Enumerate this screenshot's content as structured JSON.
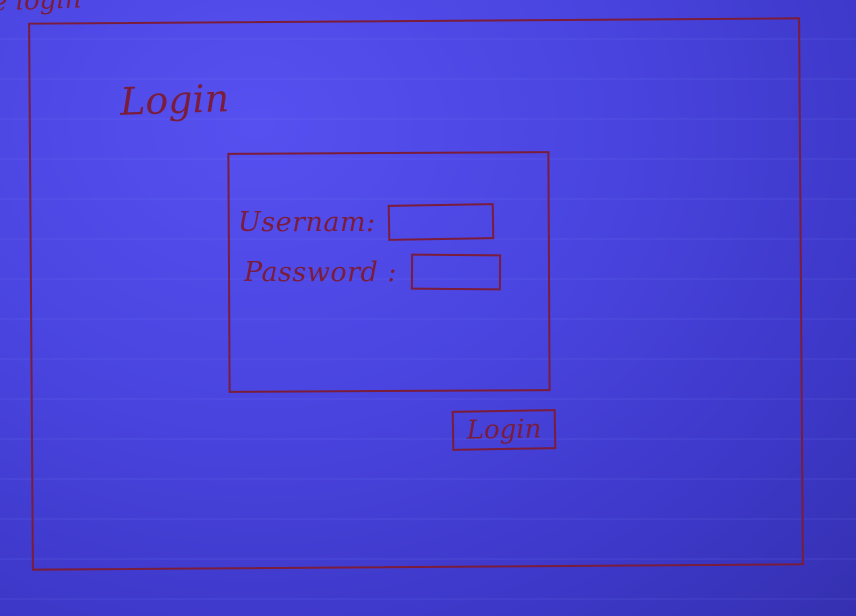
{
  "sketch": {
    "corner_label": "e login"
  },
  "window": {
    "title": "Login"
  },
  "form": {
    "username_label": "Usernam:",
    "username_value": "",
    "password_label": "Password :",
    "password_value": ""
  },
  "actions": {
    "login_label": "Login"
  },
  "colors": {
    "paper": "#4a45e0",
    "ink": "#7a1c3a"
  }
}
